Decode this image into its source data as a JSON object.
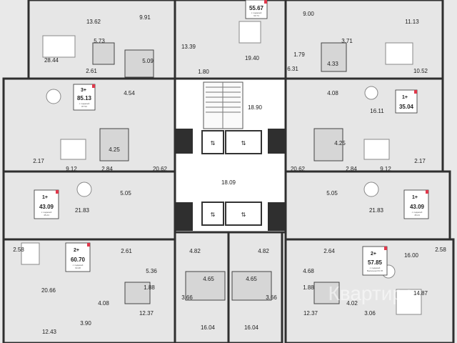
{
  "areas": [
    {
      "id": "a1",
      "text": "13.62"
    },
    {
      "id": "a2",
      "text": "9.91"
    },
    {
      "id": "a3",
      "text": "9.00"
    },
    {
      "id": "a4",
      "text": "11.13"
    },
    {
      "id": "a5",
      "text": "5.73"
    },
    {
      "id": "a6",
      "text": "13.39"
    },
    {
      "id": "a7",
      "text": "3.71"
    },
    {
      "id": "a8",
      "text": "28.44"
    },
    {
      "id": "a9",
      "text": "5.09"
    },
    {
      "id": "a10",
      "text": "19.40"
    },
    {
      "id": "a11",
      "text": "1.79"
    },
    {
      "id": "a12",
      "text": "2.61"
    },
    {
      "id": "a13",
      "text": "1.80"
    },
    {
      "id": "a14",
      "text": "6.31"
    },
    {
      "id": "a15",
      "text": "4.33"
    },
    {
      "id": "a16",
      "text": "10.52"
    },
    {
      "id": "a17",
      "text": "4.54"
    },
    {
      "id": "a18",
      "text": "18.90"
    },
    {
      "id": "a19",
      "text": "4.08"
    },
    {
      "id": "a20",
      "text": "16.11"
    },
    {
      "id": "a21",
      "text": "4.25"
    },
    {
      "id": "a22",
      "text": "4.25"
    },
    {
      "id": "a23",
      "text": "2.17"
    },
    {
      "id": "a24",
      "text": "9.12"
    },
    {
      "id": "a25",
      "text": "2.84"
    },
    {
      "id": "a26",
      "text": "20.62"
    },
    {
      "id": "a27",
      "text": "20.62"
    },
    {
      "id": "a28",
      "text": "2.84"
    },
    {
      "id": "a29",
      "text": "9.12"
    },
    {
      "id": "a30",
      "text": "2.17"
    },
    {
      "id": "a31",
      "text": "18.09"
    },
    {
      "id": "a32",
      "text": "5.05"
    },
    {
      "id": "a33",
      "text": "5.05"
    },
    {
      "id": "a34",
      "text": "21.83"
    },
    {
      "id": "a35",
      "text": "21.83"
    },
    {
      "id": "a36",
      "text": "2.58"
    },
    {
      "id": "a37",
      "text": "2.61"
    },
    {
      "id": "a38",
      "text": "4.82"
    },
    {
      "id": "a39",
      "text": "4.82"
    },
    {
      "id": "a40",
      "text": "2.64"
    },
    {
      "id": "a41",
      "text": "16.00"
    },
    {
      "id": "a42",
      "text": "2.58"
    },
    {
      "id": "a43",
      "text": "5.36"
    },
    {
      "id": "a44",
      "text": "4.65"
    },
    {
      "id": "a45",
      "text": "4.65"
    },
    {
      "id": "a46",
      "text": "4.68"
    },
    {
      "id": "a47",
      "text": "20.66"
    },
    {
      "id": "a48",
      "text": "1.88"
    },
    {
      "id": "a49",
      "text": "1.88"
    },
    {
      "id": "a50",
      "text": "4.08"
    },
    {
      "id": "a51",
      "text": "3.66"
    },
    {
      "id": "a52",
      "text": "3.66"
    },
    {
      "id": "a53",
      "text": "4.02"
    },
    {
      "id": "a54",
      "text": "14.87"
    },
    {
      "id": "a55",
      "text": "12.37"
    },
    {
      "id": "a56",
      "text": "12.37"
    },
    {
      "id": "a57",
      "text": "3.06"
    },
    {
      "id": "a58",
      "text": "3.90"
    },
    {
      "id": "a59",
      "text": "12.43"
    },
    {
      "id": "a60",
      "text": "16.04"
    },
    {
      "id": "a61",
      "text": "16.04"
    }
  ],
  "badges": [
    {
      "id": "b1",
      "rooms": "",
      "area": "55.67",
      "sub1": "с лоджией",
      "sub2": "60.74"
    },
    {
      "id": "b2",
      "rooms": "3+",
      "area": "85.13",
      "sub1": "с лоджией",
      "sub2": "87.53"
    },
    {
      "id": "b3",
      "rooms": "1+",
      "area": "35.04",
      "sub1": "",
      "sub2": ""
    },
    {
      "id": "b4",
      "rooms": "1+",
      "area": "43.09",
      "sub1": "с лоджией",
      "sub2": "45.24"
    },
    {
      "id": "b5",
      "rooms": "1+",
      "area": "43.09",
      "sub1": "с лоджией",
      "sub2": "45.24"
    },
    {
      "id": "b6",
      "rooms": "2+",
      "area": "60.70",
      "sub1": "с лоджией",
      "sub2": "63.28"
    },
    {
      "id": "b7",
      "rooms": "2+",
      "area": "57.85",
      "sub1": "с лоджией",
      "sub2": "Балконом 63.78"
    }
  ],
  "watermark": "Квартира",
  "colors": {
    "wall": "#2f2f2f",
    "floor": "#e6e6e6",
    "wet": "#dcdcdc",
    "core": "#ffffff",
    "accent": "#e0384b",
    "bg": "#f2f2f2"
  }
}
